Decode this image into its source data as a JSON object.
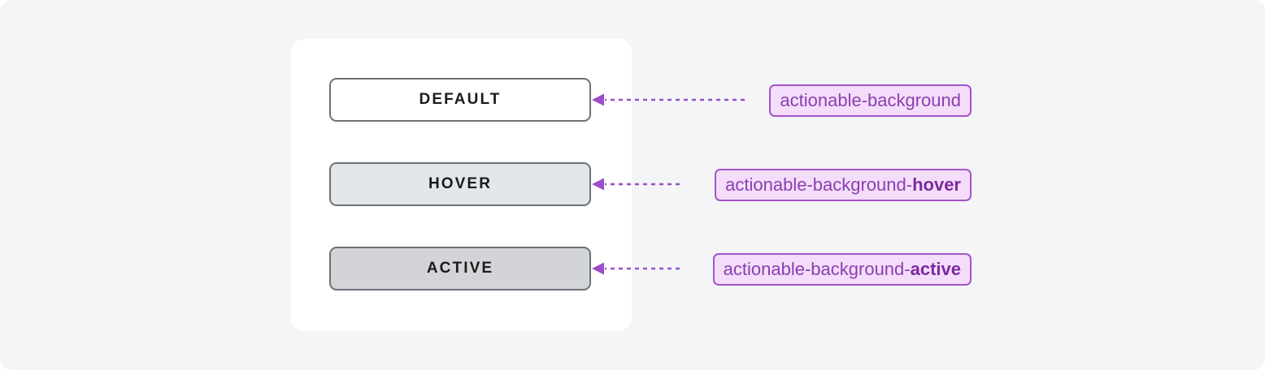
{
  "page": {
    "background_color": "#f4f5f7",
    "card_color": "#ffffff"
  },
  "buttons": [
    {
      "label": "DEFAULT",
      "state": "default",
      "fill": "#ffffff",
      "border": "#6b7177"
    },
    {
      "label": "HOVER",
      "state": "hover",
      "fill": "#e3e7ea",
      "border": "#6b7177"
    },
    {
      "label": "ACTIVE",
      "state": "active",
      "fill": "#d2d4d8",
      "border": "#6b7177"
    }
  ],
  "tokens": [
    {
      "base": "actionable-background",
      "suffix": "",
      "full": "actionable-background"
    },
    {
      "base": "actionable-background-",
      "suffix": "hover",
      "full": "actionable-background-hover"
    },
    {
      "base": "actionable-background-",
      "suffix": "active",
      "full": "actionable-background-active"
    }
  ],
  "style": {
    "token_text_color": "#8b3fb0",
    "token_bold_color": "#7b2a9e",
    "token_bg_color": "#f4ddfa",
    "token_border_color": "#a554c9",
    "connector_color": "#9b4dca"
  }
}
